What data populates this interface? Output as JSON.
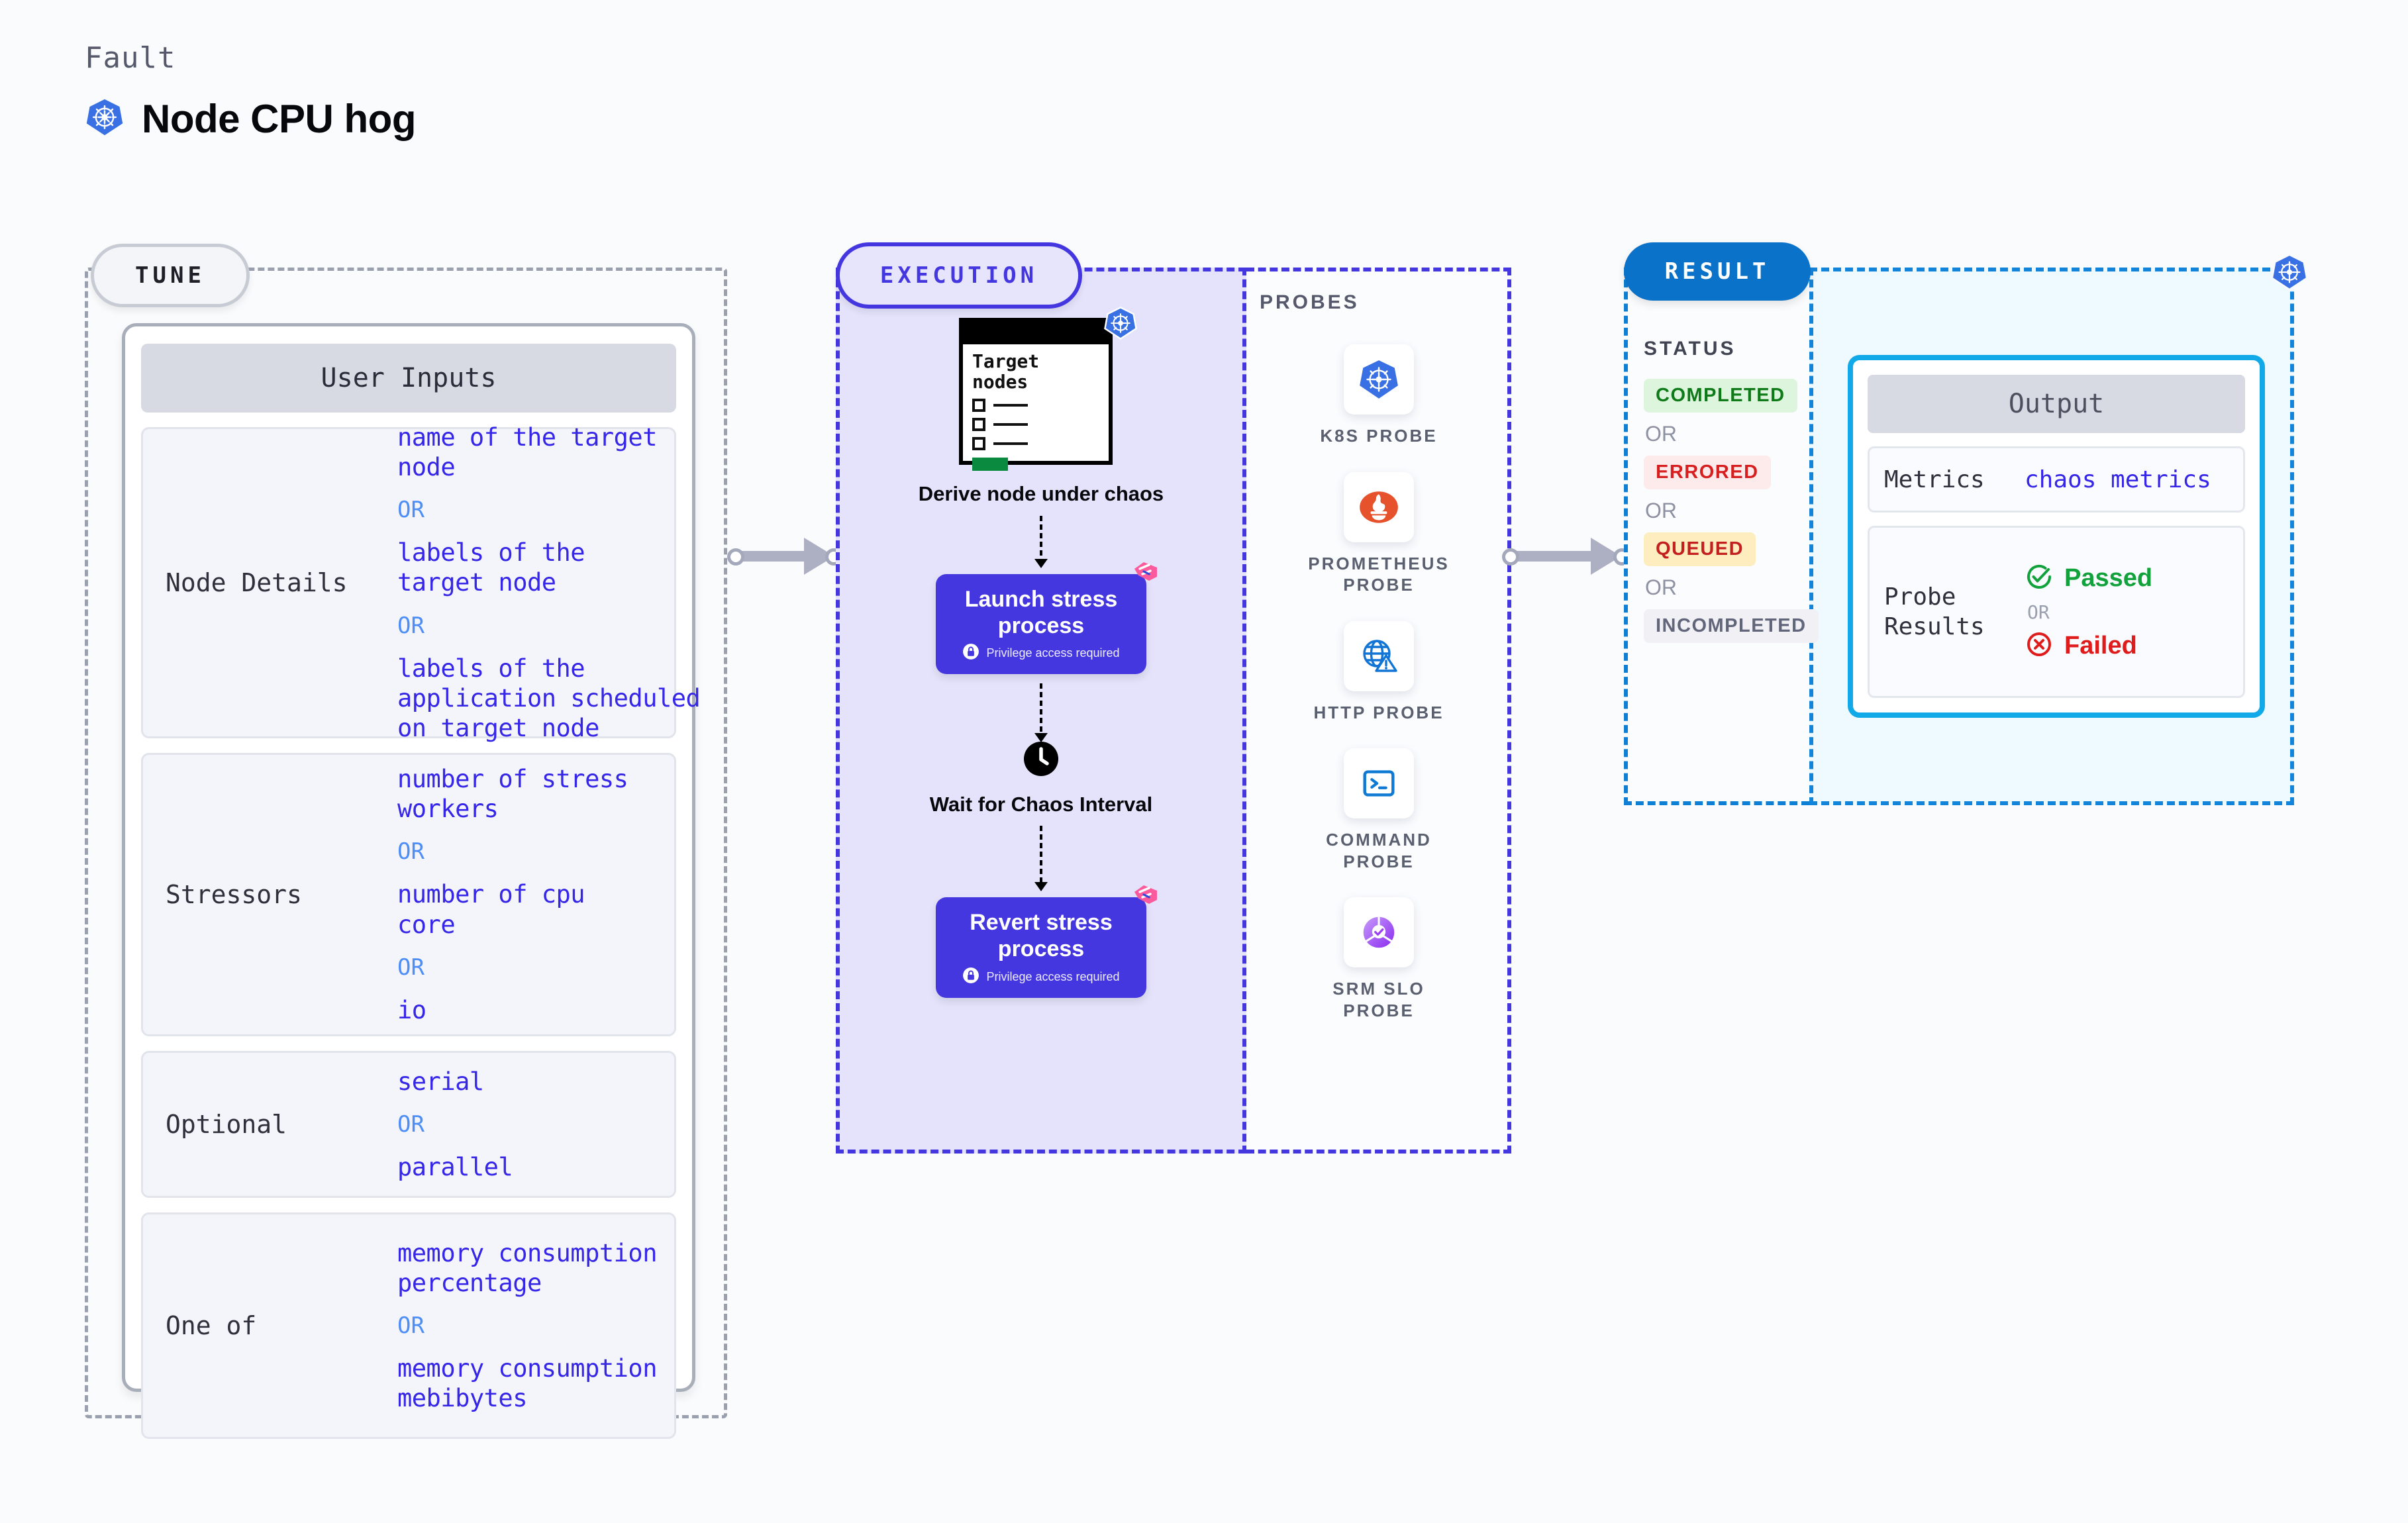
{
  "header": {
    "kicker": "Fault",
    "title": "Node CPU hog",
    "icon": "kubernetes-icon"
  },
  "tune": {
    "pill_label": "TUNE",
    "card_title": "User Inputs",
    "rows": [
      {
        "label": "Node Details",
        "values": [
          "name of the target node",
          "labels of the target node",
          "labels of the application  scheduled on target node"
        ],
        "separator": "OR"
      },
      {
        "label": "Stressors",
        "values": [
          "number of stress workers",
          "number of cpu core",
          "io"
        ],
        "separator": "OR"
      },
      {
        "label": "Optional",
        "values": [
          "serial",
          "parallel"
        ],
        "separator": "OR"
      },
      {
        "label": "One of",
        "values": [
          "memory consumption percentage",
          "memory consumption mebibytes"
        ],
        "separator": "OR"
      }
    ]
  },
  "execution": {
    "pill_label": "EXECUTION",
    "target_card": {
      "heading": "Target nodes",
      "icon": "kubernetes-icon"
    },
    "steps": [
      {
        "label": "Derive node under chaos",
        "icon": "target-nodes-window-icon"
      },
      {
        "label": "Launch stress process",
        "note": "Privilege access required",
        "note_icon": "lock-icon",
        "badge_icon": "harness-chaos-ribbon-icon"
      },
      {
        "label": "Wait for Chaos Interval",
        "icon": "clock-icon"
      },
      {
        "label": "Revert stress process",
        "note": "Privilege access required",
        "note_icon": "lock-icon",
        "badge_icon": "harness-chaos-ribbon-icon"
      }
    ]
  },
  "probes": {
    "section_label": "PROBES",
    "items": [
      {
        "name": "K8S PROBE",
        "icon": "kubernetes-icon"
      },
      {
        "name": "PROMETHEUS PROBE",
        "icon": "prometheus-icon"
      },
      {
        "name": "HTTP PROBE",
        "icon": "http-globe-warning-icon"
      },
      {
        "name": "COMMAND PROBE",
        "icon": "terminal-prompt-icon"
      },
      {
        "name": "SRM SLO PROBE",
        "icon": "srm-slo-donut-check-icon"
      }
    ]
  },
  "result": {
    "pill_label": "RESULT",
    "status_label": "STATUS",
    "separator": "OR",
    "statuses": [
      {
        "label": "COMPLETED",
        "bg": "#ddf5dd",
        "fg": "#0f7a18"
      },
      {
        "label": "ERRORED",
        "bg": "#fdeaea",
        "fg": "#d81f1f"
      },
      {
        "label": "QUEUED",
        "bg": "#fdedbf",
        "fg": "#c41f1f"
      },
      {
        "label": "INCOMPLETED",
        "bg": "#f0f0f5",
        "fg": "#62667a"
      }
    ],
    "output": {
      "title": "Output",
      "metrics_label": "Metrics",
      "metrics_value": "chaos metrics",
      "probe_results_label": "Probe Results",
      "passed_label": "Passed",
      "failed_label": "Failed",
      "separator": "OR",
      "passed_icon": "check-circle-icon",
      "failed_icon": "x-circle-icon"
    },
    "corner_icon": "kubernetes-icon"
  },
  "colors": {
    "accent_purple": "#4537e0",
    "accent_blue": "#0a72c8",
    "accent_cyan": "#12a9e8",
    "value_text": "#3526e8",
    "or_text": "#4d8ef7",
    "k8s_blue": "#3970e4",
    "prometheus_orange": "#e6522c",
    "pink_ribbon": "#fb5b9c"
  }
}
